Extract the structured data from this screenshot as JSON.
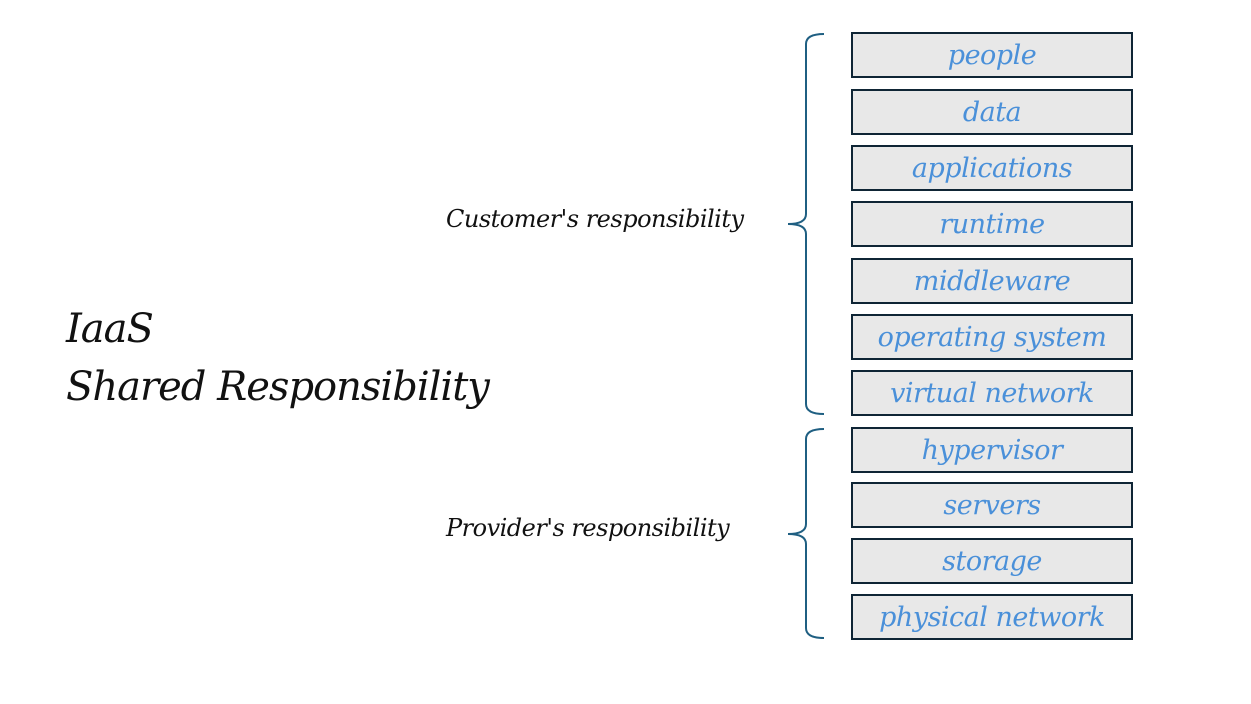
{
  "title": {
    "line1": "IaaS",
    "line2": "Shared Responsibility"
  },
  "groups": [
    {
      "label": "Customer's responsibility"
    },
    {
      "label": "Provider's responsibility"
    }
  ],
  "layers": [
    {
      "label": "people",
      "owner": "customer"
    },
    {
      "label": "data",
      "owner": "customer"
    },
    {
      "label": "applications",
      "owner": "customer"
    },
    {
      "label": "runtime",
      "owner": "customer"
    },
    {
      "label": "middleware",
      "owner": "customer"
    },
    {
      "label": "operating system",
      "owner": "customer"
    },
    {
      "label": "virtual network",
      "owner": "customer"
    },
    {
      "label": "hypervisor",
      "owner": "provider"
    },
    {
      "label": "servers",
      "owner": "provider"
    },
    {
      "label": "storage",
      "owner": "provider"
    },
    {
      "label": "physical network",
      "owner": "provider"
    }
  ],
  "colors": {
    "box_text": "#4a90d9",
    "box_fill": "#e8e8e8",
    "box_border": "#0f2535",
    "brace": "#1f5f82"
  }
}
